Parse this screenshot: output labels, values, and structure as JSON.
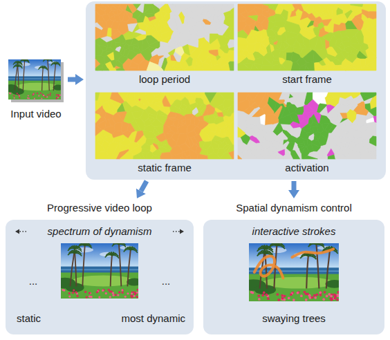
{
  "diagram": {
    "nodes": [
      {
        "text": [
          "Input video"
        ]
      },
      {
        "text": []
      },
      {
        "text": [
          "loop period"
        ],
        "in": 1
      },
      {
        "text": [
          "start frame"
        ],
        "in": 1
      },
      {
        "text": [
          "static frame"
        ],
        "in": 1
      },
      {
        "text": [
          "activation"
        ],
        "in": 1
      },
      {
        "text": [
          "Progressive video loop",
          "spectrum of dynamism",
          "...",
          "...",
          "static",
          "most dynamic"
        ]
      },
      {
        "text": [
          "Spatial dynamism control",
          "interactive strokes",
          "swaying trees"
        ]
      }
    ],
    "edges": [
      {
        "from": 0,
        "to": 1,
        "arrow": "to"
      },
      {
        "from": 1,
        "to": 6,
        "arrow": "to"
      },
      {
        "from": 1,
        "to": 7,
        "arrow": "to"
      }
    ]
  }
}
